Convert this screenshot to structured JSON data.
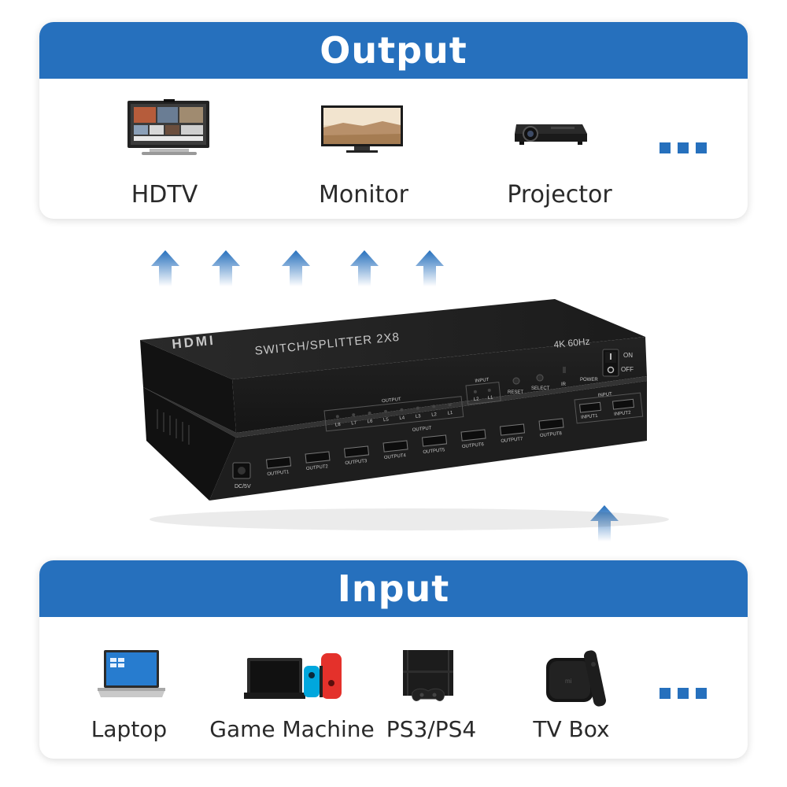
{
  "output": {
    "title": "Output",
    "devices": [
      {
        "label": "HDTV",
        "icon": "hdtv-icon"
      },
      {
        "label": "Monitor",
        "icon": "monitor-icon"
      },
      {
        "label": "Projector",
        "icon": "projector-icon"
      }
    ]
  },
  "input": {
    "title": "Input",
    "devices": [
      {
        "label": "Laptop",
        "icon": "laptop-icon"
      },
      {
        "label": "Game Machine",
        "icon": "game-console-icon"
      },
      {
        "label": "PS3/PS4",
        "icon": "playstation-icon"
      },
      {
        "label": "TV Box",
        "icon": "tv-box-icon"
      }
    ]
  },
  "device": {
    "brand": "HDMI",
    "model": "SWITCH/SPLITTER 2X8",
    "resolution": "4K 60Hz",
    "output_group_label": "OUTPUT",
    "input_group_label": "INPUT",
    "output_leds": [
      "L8",
      "L7",
      "L6",
      "L5",
      "L4",
      "L3",
      "L2",
      "L1"
    ],
    "input_leds": [
      "L2",
      "L1"
    ],
    "buttons": [
      "RESET",
      "SELECT",
      "IR",
      "POWER"
    ],
    "switch_on": "ON",
    "switch_off": "OFF",
    "rear_output_label": "OUTPUT",
    "rear_outputs": [
      "OUTPUT1",
      "OUTPUT2",
      "OUTPUT3",
      "OUTPUT4",
      "OUTPUT5",
      "OUTPUT6",
      "OUTPUT7",
      "OUTPUT8"
    ],
    "rear_input_label": "INPUT",
    "rear_inputs": [
      "INPUT1",
      "INPUT2"
    ],
    "dc_label": "DC/5V"
  },
  "colors": {
    "accent": "#2670bd",
    "device_body": "#1c1c1c"
  }
}
